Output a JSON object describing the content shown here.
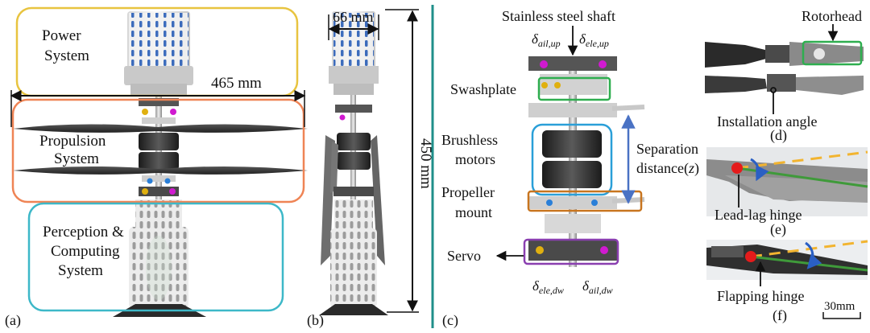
{
  "panel_a": {
    "tag": "(a)",
    "power_l1": "Power",
    "power_l2": "System",
    "span": "465 mm",
    "prop_l1": "Propulsion",
    "prop_l2": "System",
    "perc_l1": "Perception &",
    "perc_l2": "Computing",
    "perc_l3": "System"
  },
  "panel_b": {
    "tag": "(b)",
    "width": "66 mm",
    "height": "450 mm"
  },
  "panel_c": {
    "tag": "(c)",
    "shaft": "Stainless steel shaft",
    "ail_up": "δ",
    "ail_up_sub": "ail,up",
    "ele_up": "δ",
    "ele_up_sub": "ele,up",
    "swash": "Swashplate",
    "motors_l1": "Brushless",
    "motors_l2": "motors",
    "sep_l1": "Separation",
    "sep_l2": "distance(",
    "sep_z": "z",
    "sep_close": ")",
    "mount_l1": "Propeller",
    "mount_l2": "mount",
    "servo": "Servo",
    "ele_dw": "δ",
    "ele_dw_sub": "ele,dw",
    "ail_dw": "δ",
    "ail_dw_sub": "ail,dw"
  },
  "panel_d": {
    "tag": "(d)",
    "rotorhead": "Rotorhead",
    "install": "Installation angle"
  },
  "panel_e": {
    "tag": "(e)",
    "leadlag": "Lead-lag hinge"
  },
  "panel_f": {
    "tag": "(f)",
    "flap": "Flapping hinge",
    "scale": "30mm"
  },
  "colors": {
    "power_box": "#e8c440",
    "prop_box": "#ef8455",
    "perc_box": "#3db8c8",
    "divider": "#1f8f8a",
    "swash_box": "#2eae4f",
    "motor_box": "#2a9fd8",
    "mount_box": "#c8751f",
    "servo_box": "#8a3fb0",
    "sep_arrow": "#4a72c4",
    "dashed": "#f2b430",
    "green_line": "#3f9a3a",
    "red_dot": "#e41b1b",
    "blue_arrow": "#2a5fc4"
  }
}
